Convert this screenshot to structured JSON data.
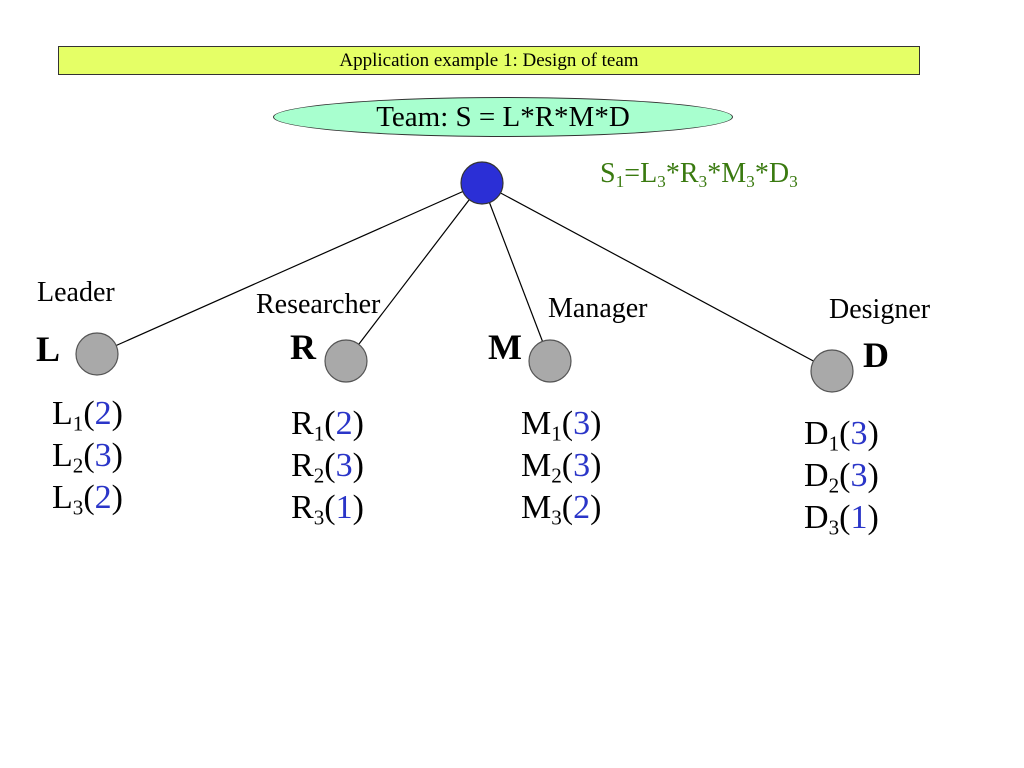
{
  "title": "Application example 1: Design of team",
  "root_label": "Team: S = L*R*M*D",
  "solution": {
    "prefix": "S",
    "prefix_sub": "1",
    "eq": "=",
    "terms": [
      {
        "base": "L",
        "sub": "3",
        "sep": "*"
      },
      {
        "base": "R",
        "sub": "3",
        "sep": "*"
      },
      {
        "base": "M",
        "sub": "3",
        "sep": "*"
      },
      {
        "base": "D",
        "sub": "3",
        "sep": ""
      }
    ]
  },
  "colors": {
    "root_node": "#2b2fd6",
    "leaf_node": "#a9a9a9",
    "title_bg": "#e5ff66",
    "root_ellipse": "#a8ffcf",
    "formula": "#3a7a10",
    "rating": "#2a35c8"
  },
  "components": [
    {
      "role": "Leader",
      "letter": "L",
      "items": [
        {
          "base": "L",
          "sub": "1",
          "open": "(",
          "rating": "2",
          "close": ")"
        },
        {
          "base": "L",
          "sub": "2",
          "open": "(",
          "rating": "3",
          "close": ")"
        },
        {
          "base": "L",
          "sub": "3",
          "open": "(",
          "rating": "2",
          "close": ")"
        }
      ]
    },
    {
      "role": "Researcher",
      "letter": "R",
      "items": [
        {
          "base": "R",
          "sub": "1",
          "open": "(",
          "rating": "2",
          "close": ")"
        },
        {
          "base": "R",
          "sub": "2",
          "open": "(",
          "rating": "3",
          "close": ")"
        },
        {
          "base": "R",
          "sub": "3",
          "open": "(",
          "rating": "1",
          "close": ")"
        }
      ]
    },
    {
      "role": "Manager",
      "letter": "M",
      "items": [
        {
          "base": "M",
          "sub": "1",
          "open": "(",
          "rating": "3",
          "close": ")"
        },
        {
          "base": "M",
          "sub": "2",
          "open": "(",
          "rating": "3",
          "close": ")"
        },
        {
          "base": "M",
          "sub": "3",
          "open": "(",
          "rating": "2",
          "close": ")"
        }
      ]
    },
    {
      "role": "Designer",
      "letter": "D",
      "items": [
        {
          "base": "D",
          "sub": "1",
          "open": "(",
          "rating": "3",
          "close": ")"
        },
        {
          "base": "D",
          "sub": "2",
          "open": "(",
          "rating": "3",
          "close": ")"
        },
        {
          "base": "D",
          "sub": "3",
          "open": "(",
          "rating": "1",
          "close": ")"
        }
      ]
    }
  ]
}
